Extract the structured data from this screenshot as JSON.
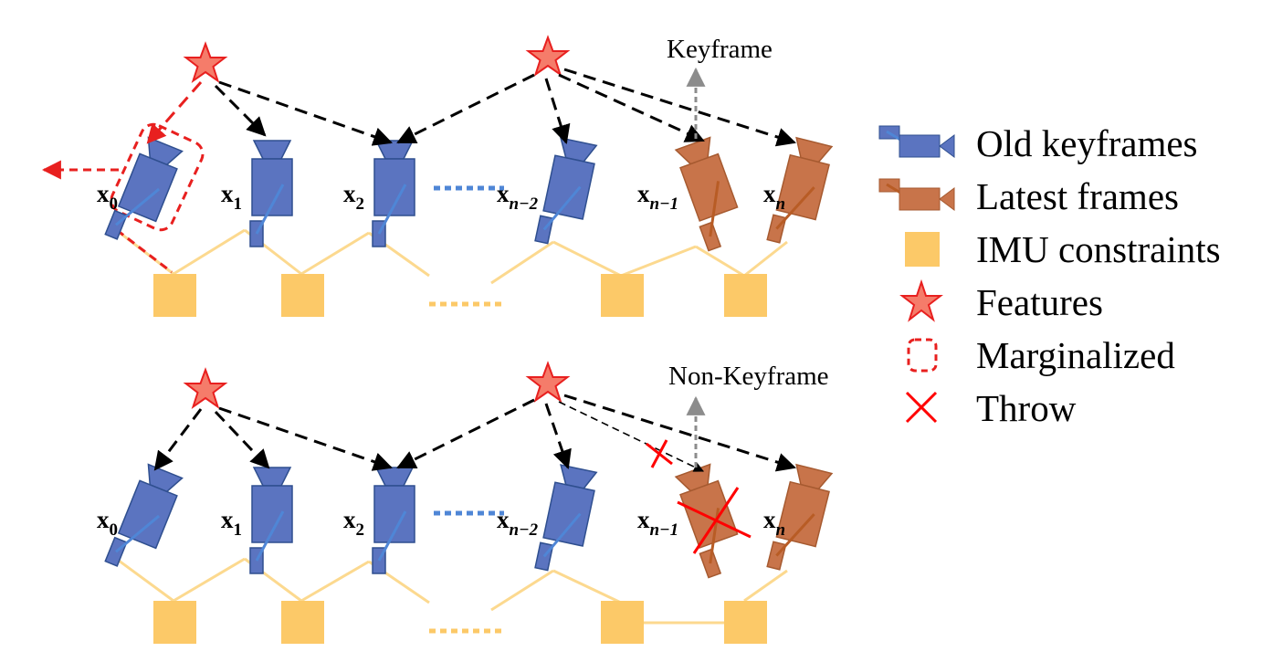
{
  "colors": {
    "old": "#5b74c0",
    "old_stroke": "#2f4f8f",
    "old_line": "#4f86d6",
    "latest": "#c8744a",
    "latest_stroke": "#a65a30",
    "latest_line": "#b85c25",
    "imu": "#fcc968",
    "imu_line": "#fcd98f",
    "feature": "#f57c6a",
    "feature_stroke": "#e8201f",
    "throw": "#ff0000",
    "arrow": "#000000",
    "gray": "#8c8c8c"
  },
  "top": {
    "annotation": "Keyframe",
    "frames": [
      {
        "base": "x",
        "sub": "0",
        "type": "old"
      },
      {
        "base": "x",
        "sub": "1",
        "type": "old"
      },
      {
        "base": "x",
        "sub": "2",
        "type": "old"
      },
      {
        "base": "x",
        "sub": "n−2",
        "type": "old"
      },
      {
        "base": "x",
        "sub": "n−1",
        "type": "latest"
      },
      {
        "base": "x",
        "sub": "n",
        "type": "latest"
      }
    ]
  },
  "bottom": {
    "annotation": "Non-Keyframe",
    "frames": [
      {
        "base": "x",
        "sub": "0",
        "type": "old"
      },
      {
        "base": "x",
        "sub": "1",
        "type": "old"
      },
      {
        "base": "x",
        "sub": "2",
        "type": "old"
      },
      {
        "base": "x",
        "sub": "n−2",
        "type": "old"
      },
      {
        "base": "x",
        "sub": "n−1",
        "type": "latest"
      },
      {
        "base": "x",
        "sub": "n",
        "type": "latest"
      }
    ]
  },
  "legend": [
    {
      "icon": "old-keyframe-camera-icon",
      "label": "Old keyframes"
    },
    {
      "icon": "latest-frame-camera-icon",
      "label": "Latest frames"
    },
    {
      "icon": "imu-square-icon",
      "label": "IMU constraints"
    },
    {
      "icon": "feature-star-icon",
      "label": "Features"
    },
    {
      "icon": "marginalized-dashed-box-icon",
      "label": "Marginalized"
    },
    {
      "icon": "throw-cross-icon",
      "label": "Throw"
    }
  ]
}
